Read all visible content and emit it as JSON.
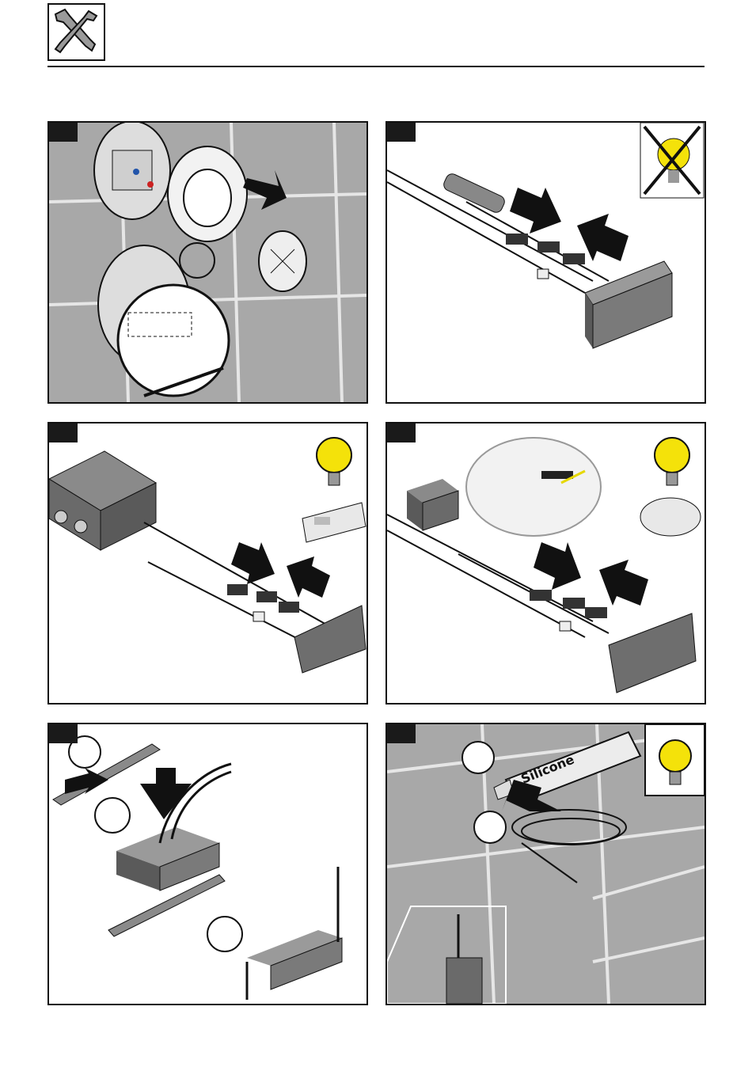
{
  "header": {
    "icon": "wrench-screwdriver-icon"
  },
  "panels": [
    {
      "id": "p1",
      "icons": [
        "wall-plate-icon",
        "push-arrow-icon",
        "cover-ring-icon",
        "magnifier-detail-icon"
      ]
    },
    {
      "id": "p2",
      "icons": [
        "cable-connector-icon",
        "push-arrow-icon",
        "pull-arrow-icon",
        "junction-box-icon",
        "no-power-bulb-icon"
      ]
    },
    {
      "id": "p3",
      "icons": [
        "mains-box-icon",
        "cable-connector-icon",
        "push-arrow-icon",
        "power-bulb-icon",
        "control-panel-icon"
      ]
    },
    {
      "id": "p4",
      "icons": [
        "transformer-icon",
        "cable-connector-icon",
        "push-arrow-icon",
        "power-bulb-icon",
        "speaker-icon"
      ]
    },
    {
      "id": "p5",
      "icons": [
        "mounting-strip-icon",
        "box-icon",
        "screw-icon",
        "down-arrow-icon"
      ]
    },
    {
      "id": "p6",
      "icons": [
        "silicone-gun-icon",
        "power-bulb-icon",
        "sensor-cable-icon"
      ],
      "silicone_label": "Silicone"
    }
  ],
  "colors": {
    "tile": "#a9a9a9",
    "grout": "#e8e8e8",
    "bulb_on": "#f4e20a",
    "box": "#7a7a7a",
    "ink": "#111111"
  }
}
